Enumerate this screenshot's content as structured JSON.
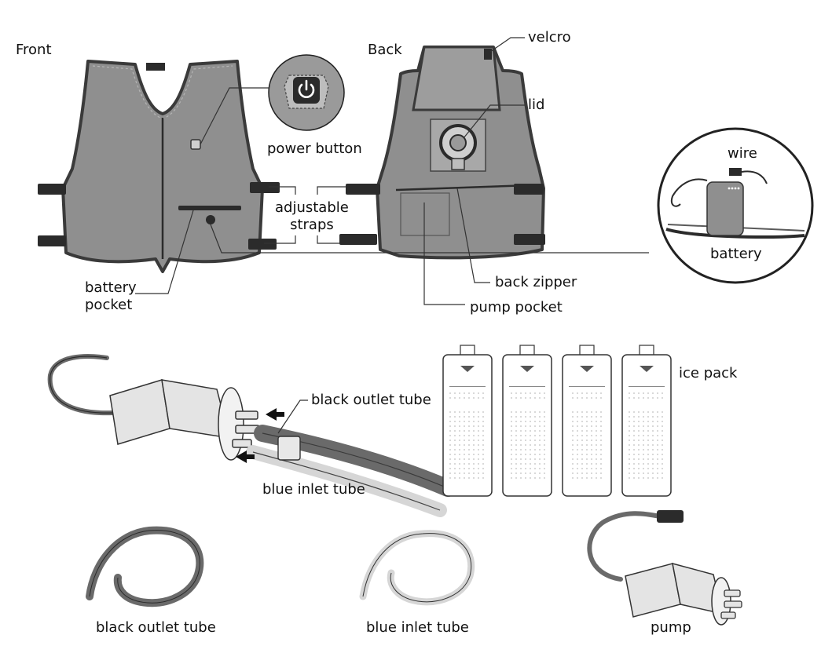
{
  "labels": {
    "front": "Front",
    "back": "Back",
    "velcro": "velcro",
    "lid": "lid",
    "power_button": "power button",
    "adjustable_straps": "adjustable\nstraps",
    "wire": "wire",
    "battery": "battery",
    "battery_pocket": "battery\npocket",
    "back_zipper": "back zipper",
    "pump_pocket": "pump pocket",
    "black_outlet_tube_connect": "black outlet tube",
    "blue_inlet_tube_connect": "blue inlet tube",
    "ice_pack": "ice pack",
    "black_outlet_tube": "black outlet tube",
    "blue_inlet_tube": "blue inlet tube",
    "pump": "pump"
  },
  "colors": {
    "vest_fill": "#8f8f8f",
    "vest_edge": "#3a3a3a",
    "strap": "#2b2b2b",
    "pump_body": "#e4e4e4",
    "black_tube": "#6a6a6a",
    "blue_tube": "#d6d6d6",
    "ice_pack": "#ffffff",
    "leader_line": "#333333"
  },
  "icons": {
    "power": "power-icon",
    "arrow": "arrow-icon"
  }
}
